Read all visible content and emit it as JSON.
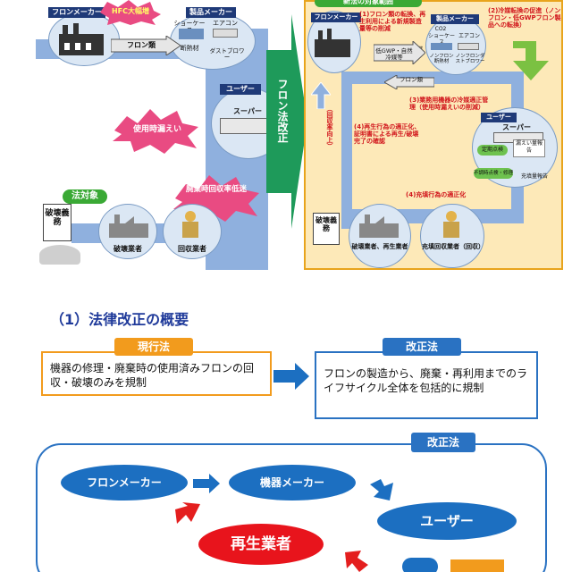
{
  "left_panel": {
    "flon_maker": "フロンメーカー",
    "hfc_burst": "HFC大幅増",
    "product_maker": "製品メーカー",
    "showcase": "ショーケース",
    "aircon": "エアコン",
    "insulation": "断熱材",
    "dust_blower": "ダストブロワー",
    "flon_arrow": "フロン類",
    "user": "ユーザー",
    "super": "スーパー",
    "leak_burst": "使用時漏えい",
    "recovery_burst": "廃棄時回収率低迷",
    "law_target": "法対象",
    "destruction_duty": "破壊義務",
    "destroyer": "破壊業者",
    "recoverer": "回収業者"
  },
  "center_arrow": "フロン法改正",
  "right_panel": {
    "top_banner": "新法の対象範囲",
    "flon_maker": "フロンメーカー",
    "item1": "(1)フロン類の転換、再生利用による新規製造量等の削減",
    "product_maker": "製品メーカー",
    "co2": "CO2",
    "showcase": "ショーケース",
    "aircon": "エアコン",
    "item2": "(2)冷媒転換の促進（ノンフロン・低GWPフロン製品への転換）",
    "low_gwp": "低GWP・自然冷媒等",
    "nonflon_insulation": "ノンフロン断熱材",
    "nonflon_blower": "ノンフロンダストブロワー",
    "flon_arrow": "フロン類",
    "vertical_label": "（回収率向上）",
    "item3": "(3)業務用機器の冷媒適正管理（使用時漏えいの削減）",
    "user": "ユーザー",
    "super": "スーパー",
    "check1": "定期点検",
    "check2": "漏えい量報告",
    "check3": "不調時点検・修理",
    "check4": "充填量報告",
    "item4": "(4)再生行為の適正化、証明書による再生/破壊完了の確認",
    "item4b": "(4)充填行為の適正化",
    "destruction_duty": "破壊義務",
    "destroyer_recycler": "破壊業者、再生業者",
    "filler_recoverer": "充填回収業者（回収）"
  },
  "section_title": "（1）法律改正の概要",
  "current_law": {
    "label": "現行法",
    "text": "機器の修理・廃棄時の使用済みフロンの回収・破壊のみを規制"
  },
  "revised_law": {
    "label": "改正法",
    "text": "フロンの製造から、廃棄・再利用までのライフサイクル全体を包括的に規制"
  },
  "cycle": {
    "label": "改正法",
    "flon_maker": "フロンメーカー",
    "equipment_maker": "機器メーカー",
    "user": "ユーザー",
    "recycler": "再生業者"
  }
}
